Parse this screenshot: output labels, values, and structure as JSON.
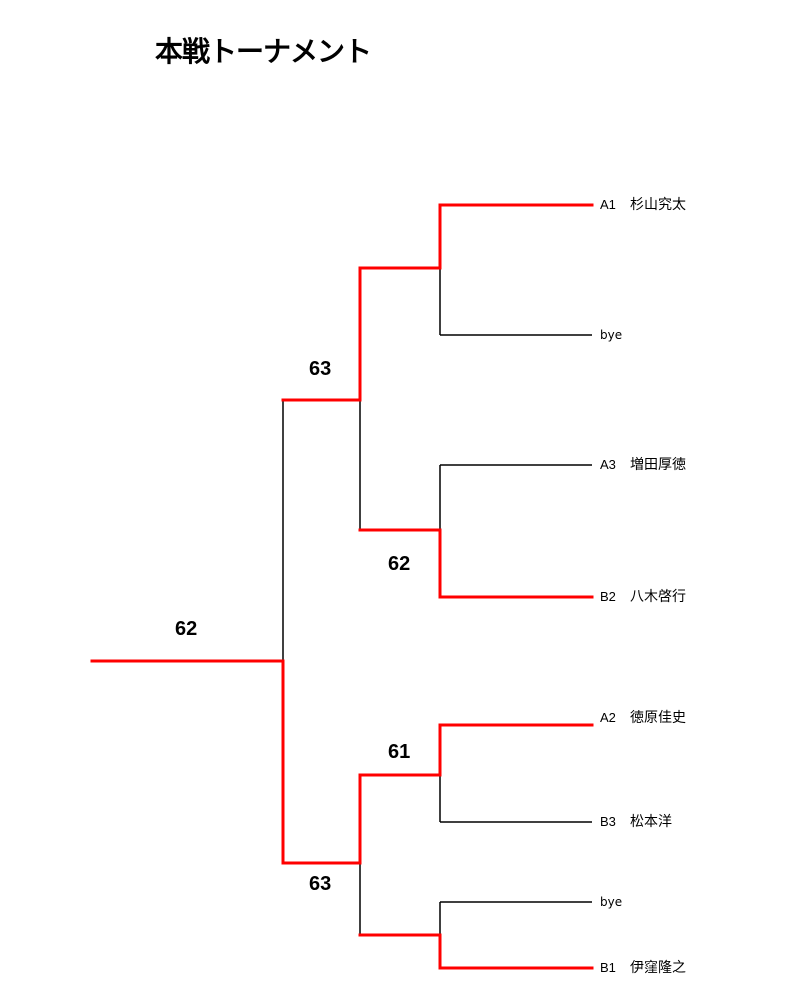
{
  "title": "本戦トーナメント",
  "colors": {
    "winner_line": "#ff0000",
    "line": "#000000"
  },
  "entries": [
    {
      "seed": "A1",
      "name": "杉山究太"
    },
    {
      "seed": "",
      "name": "bye"
    },
    {
      "seed": "A3",
      "name": "増田厚徳"
    },
    {
      "seed": "B2",
      "name": "八木啓行"
    },
    {
      "seed": "A2",
      "name": "徳原佳史"
    },
    {
      "seed": "B3",
      "name": "松本洋"
    },
    {
      "seed": "",
      "name": "bye"
    },
    {
      "seed": "B1",
      "name": "伊窪隆之"
    }
  ],
  "scores": {
    "semi_top": "63",
    "qf_2": "62",
    "final": "62",
    "qf_3": "61",
    "semi_bottom": "63"
  }
}
